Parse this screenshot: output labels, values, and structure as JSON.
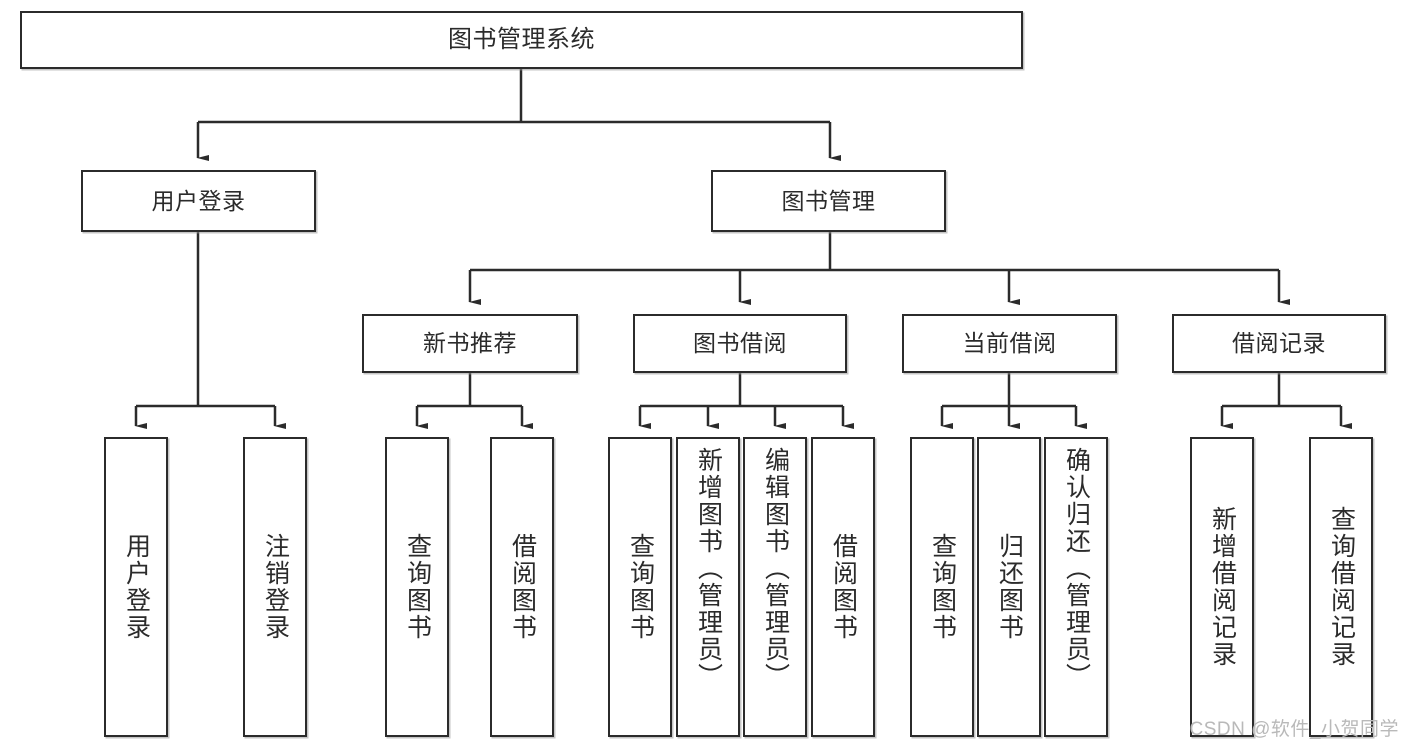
{
  "diagram": {
    "title_node": {
      "label": "图书管理系统"
    },
    "tier2": [
      {
        "id": "user-login",
        "label": "用户登录"
      },
      {
        "id": "book-management",
        "label": "图书管理"
      }
    ],
    "tier3": [
      {
        "id": "new-book-recommend",
        "label": "新书推荐"
      },
      {
        "id": "book-borrow",
        "label": "图书借阅"
      },
      {
        "id": "current-borrow",
        "label": "当前借阅"
      },
      {
        "id": "borrow-record",
        "label": "借阅记录"
      }
    ],
    "leaves": {
      "user_login": [
        {
          "id": "leaf-user-login",
          "label": "用户登录"
        },
        {
          "id": "leaf-logout-login",
          "label": "注销登录"
        }
      ],
      "new_book_recommend": [
        {
          "id": "leaf-query-book-1",
          "label": "查询图书"
        },
        {
          "id": "leaf-borrow-book-1",
          "label": "借阅图书"
        }
      ],
      "book_borrow": [
        {
          "id": "leaf-query-book-2",
          "label": "查询图书"
        },
        {
          "id": "leaf-add-book",
          "label": "新增图书（管理员）"
        },
        {
          "id": "leaf-edit-book",
          "label": "编辑图书（管理员）"
        },
        {
          "id": "leaf-borrow-book-2",
          "label": "借阅图书"
        }
      ],
      "current_borrow": [
        {
          "id": "leaf-query-book-3",
          "label": "查询图书"
        },
        {
          "id": "leaf-return-book",
          "label": "归还图书"
        },
        {
          "id": "leaf-confirm-return",
          "label": "确认归还（管理员）"
        }
      ],
      "borrow_record": [
        {
          "id": "leaf-add-record",
          "label": "新增借阅记录"
        },
        {
          "id": "leaf-query-record",
          "label": "查询借阅记录"
        }
      ]
    }
  },
  "watermark": {
    "text": "CSDN @软件_小贺同学"
  },
  "colors": {
    "stroke": "#2b2b2b",
    "fill": "#ffffff",
    "text": "#2b2b2b",
    "watermark": "#b9b9b9"
  }
}
